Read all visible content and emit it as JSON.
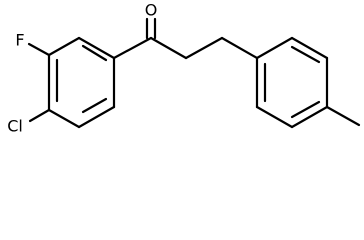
{
  "atoms": {
    "oxygen": "O",
    "fluorine": "F",
    "chlorine": "Cl"
  },
  "colors": {
    "bond": "#000000",
    "background": "#ffffff"
  }
}
